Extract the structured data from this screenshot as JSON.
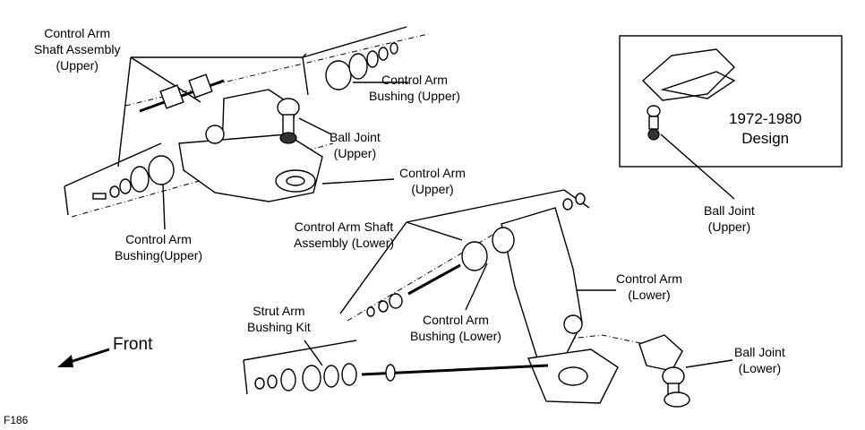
{
  "labels": {
    "shaft_upper": [
      "Control Arm",
      "Shaft Assembly",
      "(Upper)"
    ],
    "bushing_upper_right": [
      "Control Arm",
      "Bushing (Upper)"
    ],
    "ball_joint_upper": [
      "Ball Joint",
      "(Upper)"
    ],
    "control_arm_upper": [
      "Control Arm",
      "(Upper)"
    ],
    "bushing_upper_left": [
      "Control Arm",
      "Bushing(Upper)"
    ],
    "design": [
      "1972-1980",
      "Design"
    ],
    "ball_joint_upper_inset": [
      "Ball Joint",
      "(Upper)"
    ],
    "shaft_lower": [
      "Control Arm Shaft",
      "Assembly (Lower)"
    ],
    "control_arm_lower": [
      "Control Arm",
      "(Lower)"
    ],
    "strut_kit": [
      "Strut Arm",
      "Bushing Kit"
    ],
    "bushing_lower": [
      "Control Arm",
      "Bushing (Lower)"
    ],
    "ball_joint_lower": [
      "Ball Joint",
      "(Lower)"
    ],
    "front": "Front",
    "figure_code": "F186"
  }
}
